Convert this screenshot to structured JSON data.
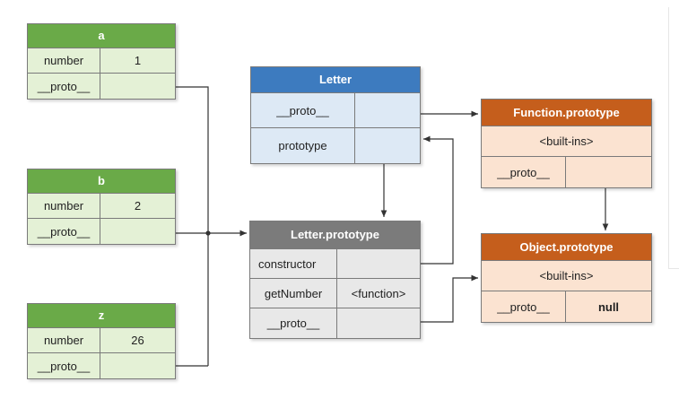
{
  "objects": {
    "a": {
      "title": "a",
      "number_key": "number",
      "number_value": "1",
      "proto_key": "__proto__"
    },
    "b": {
      "title": "b",
      "number_key": "number",
      "number_value": "2",
      "proto_key": "__proto__"
    },
    "z": {
      "title": "z",
      "number_key": "number",
      "number_value": "26",
      "proto_key": "__proto__"
    },
    "letter": {
      "title": "Letter",
      "proto_key": "__proto__",
      "prototype_key": "prototype"
    },
    "letter_prototype": {
      "title": "Letter.prototype",
      "constructor_key": "constructor",
      "getnumber_key": "getNumber",
      "getnumber_value": "<function>",
      "proto_key": "__proto__"
    },
    "function_prototype": {
      "title": "Function.prototype",
      "builtins": "<built-ins>",
      "proto_key": "__proto__"
    },
    "object_prototype": {
      "title": "Object.prototype",
      "builtins": "<built-ins>",
      "proto_key": "__proto__",
      "proto_value": "null"
    }
  },
  "colors": {
    "instance_header": "#6aaa48",
    "instance_body": "#e4f1d6",
    "constructor_header": "#3d7bbf",
    "constructor_body": "#dde9f5",
    "prototype_header": "#7b7b7b",
    "prototype_body": "#e8e8e8",
    "builtin_header": "#c55e1c",
    "builtin_body": "#fbe3d1",
    "connector": "#333333"
  }
}
